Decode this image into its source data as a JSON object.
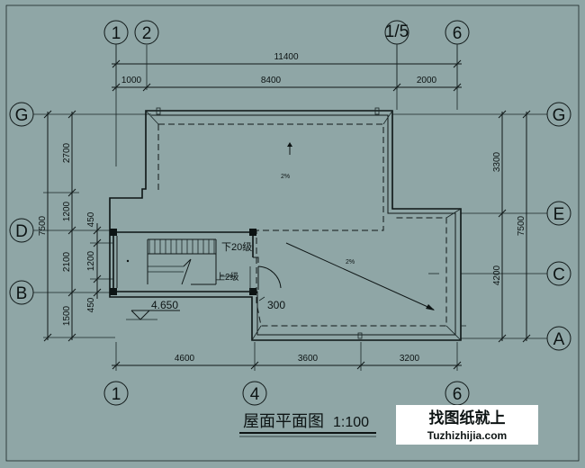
{
  "drawing": {
    "title": "屋面平面图",
    "scale": "1:100",
    "watermark": {
      "cn": "找图纸就上",
      "url": "Tuzhizhijia.com"
    }
  },
  "axes": {
    "top": [
      "1",
      "2",
      "1/5",
      "6"
    ],
    "bottom": [
      "1",
      "4",
      "6"
    ],
    "left": [
      "G",
      "D",
      "B"
    ],
    "right": [
      "G",
      "E",
      "C",
      "A"
    ]
  },
  "dimensions": {
    "top_total": "11400",
    "top_segments": [
      "1000",
      "8400",
      "2000"
    ],
    "bottom_segments": [
      "4600",
      "3600",
      "3200"
    ],
    "left_outer": "7500",
    "left_segments": [
      "2700",
      "1200",
      "2100",
      "1500"
    ],
    "left_inner": [
      "450",
      "1200",
      "450"
    ],
    "right_outer": "7500",
    "right_segments": [
      "3300",
      "4200"
    ]
  },
  "annotations": {
    "stair_down": "下20级",
    "stair_up": "上2级",
    "elevation": "4.650",
    "door_dim": "300",
    "slope_1": "2%",
    "slope_2": "2%"
  },
  "colors": {
    "background": "#8fa6a6",
    "line": "#101818",
    "watermark_bg": "#ffffff"
  }
}
